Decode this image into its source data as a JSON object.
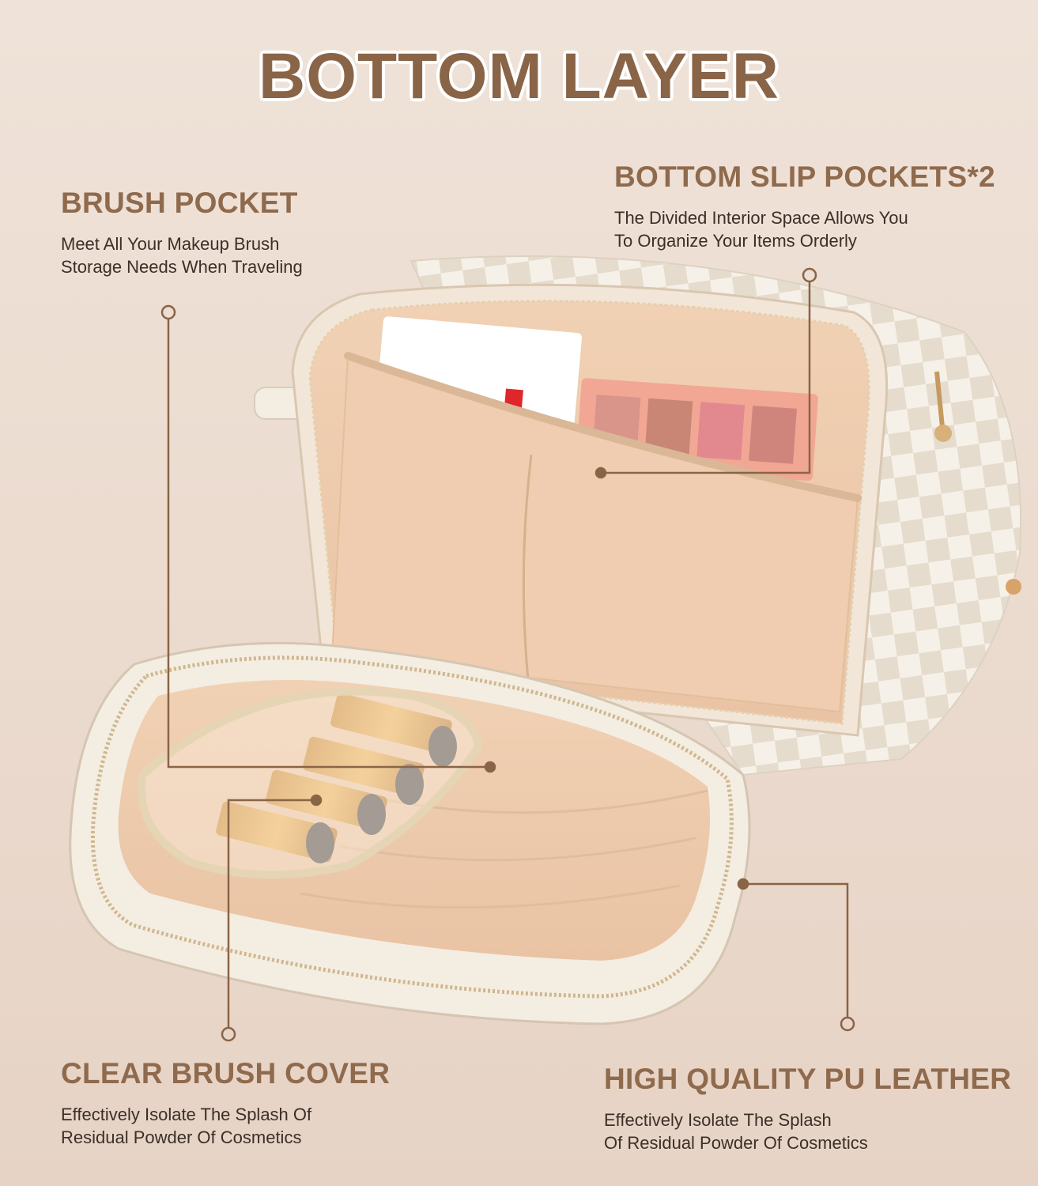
{
  "title": "BOTTOM LAYER",
  "features": {
    "brush_pocket": {
      "title": "BRUSH POCKET",
      "desc": "Meet All Your Makeup Brush\nStorage Needs When Traveling"
    },
    "slip_pockets": {
      "title": "BOTTOM SLIP POCKETS*2",
      "desc": "The Divided Interior Space Allows You\nTo Organize Your Items Orderly"
    },
    "brush_cover": {
      "title": "CLEAR BRUSH COVER",
      "desc": "Effectively Isolate The Splash Of\nResidual Powder Of Cosmetics"
    },
    "pu_leather": {
      "title": "HIGH QUALITY PU LEATHER",
      "desc": "Effectively Isolate The Splash\nOf Residual Powder Of Cosmetics"
    }
  },
  "colors": {
    "heading": "#8f6a4c",
    "body_text": "#3b2f28",
    "callout_line": "#8a6446",
    "background": "#ecdcd0"
  }
}
